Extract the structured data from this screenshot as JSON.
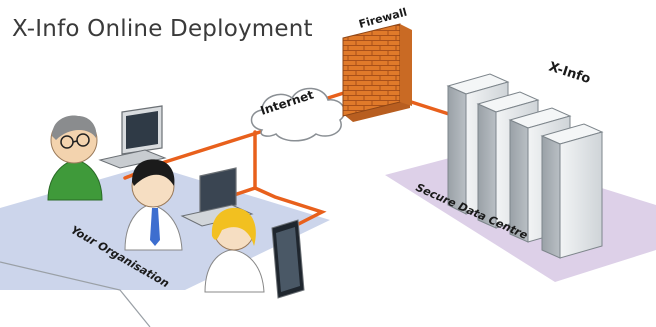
{
  "title": "X-Info Online Deployment",
  "labels": {
    "internet": "Internet",
    "firewall": "Firewall",
    "xinfo": "X-Info",
    "secure_data_centre": "Secure Data Centre",
    "your_organisation": "Your Organisation"
  },
  "icons": {
    "cloud": "cloud-icon",
    "firewall": "brick-wall-icon",
    "servers": "server-rack-icon",
    "users": "person-icon",
    "computers": "desktop-computer-icon",
    "laptop": "laptop-icon",
    "tablet": "tablet-icon"
  },
  "colors": {
    "connection": "#e8601c",
    "organisation_zone": "#c9d3ea",
    "data_centre_zone": "#ddd0e8",
    "brick": "#e07a2a",
    "server": "#e4e7ea"
  }
}
